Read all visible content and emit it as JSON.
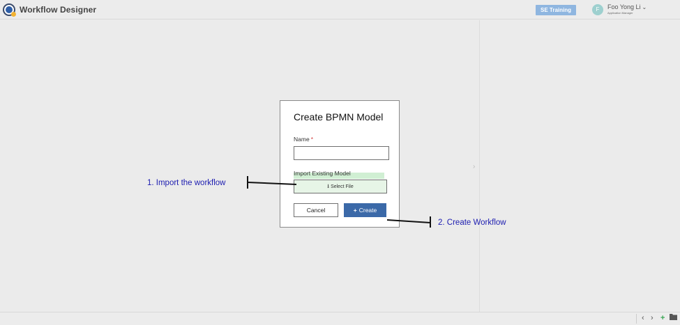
{
  "app": {
    "title": "Workflow Designer",
    "environment_badge": "SE Training"
  },
  "user": {
    "initial": "F",
    "name": "Foo Yong Li",
    "role": "Application Manager"
  },
  "dialog": {
    "title": "Create BPMN Model",
    "name_label": "Name",
    "required_mark": "*",
    "name_value": "",
    "import_label": "Import Existing Model",
    "select_file_label": "Select File",
    "cancel_label": "Cancel",
    "create_label": "Create"
  },
  "annotations": {
    "step1": "1. Import the workflow",
    "step2": "2. Create Workflow"
  },
  "colors": {
    "primary": "#3b69a8",
    "badge": "#8fb6e0",
    "annotation_text": "#1c1cb0"
  },
  "icons": {
    "user_menu": "chevron-down-icon",
    "panel_toggle": "chevron-right-icon",
    "upload": "upload-icon",
    "create": "plus-icon",
    "footer": [
      "chevron-left-icon",
      "chevron-right-icon",
      "plus-icon",
      "folder-icon"
    ]
  }
}
